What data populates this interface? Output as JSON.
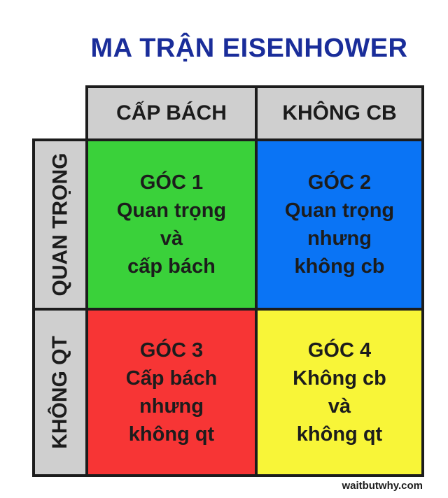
{
  "title": "MA TRẬN EISENHOWER",
  "headers": {
    "col1": "CẤP BÁCH",
    "col2": "KHÔNG CB",
    "row1": "QUAN TRỌNG",
    "row2": "KHÔNG QT"
  },
  "quadrants": [
    {
      "color": "#3ad13a",
      "lines": [
        "GÓC 1",
        "Quan trọng",
        "và",
        "cấp bách"
      ]
    },
    {
      "color": "#0a74f5",
      "lines": [
        "GÓC 2",
        "Quan trọng",
        "nhưng",
        "không cb"
      ]
    },
    {
      "color": "#f73535",
      "lines": [
        "GÓC 3",
        "Cấp bách",
        "nhưng",
        "không qt"
      ]
    },
    {
      "color": "#f8f538",
      "lines": [
        "GÓC 4",
        "Không cb",
        "và",
        "không qt"
      ]
    }
  ],
  "credit": "waitbutwhy.com"
}
